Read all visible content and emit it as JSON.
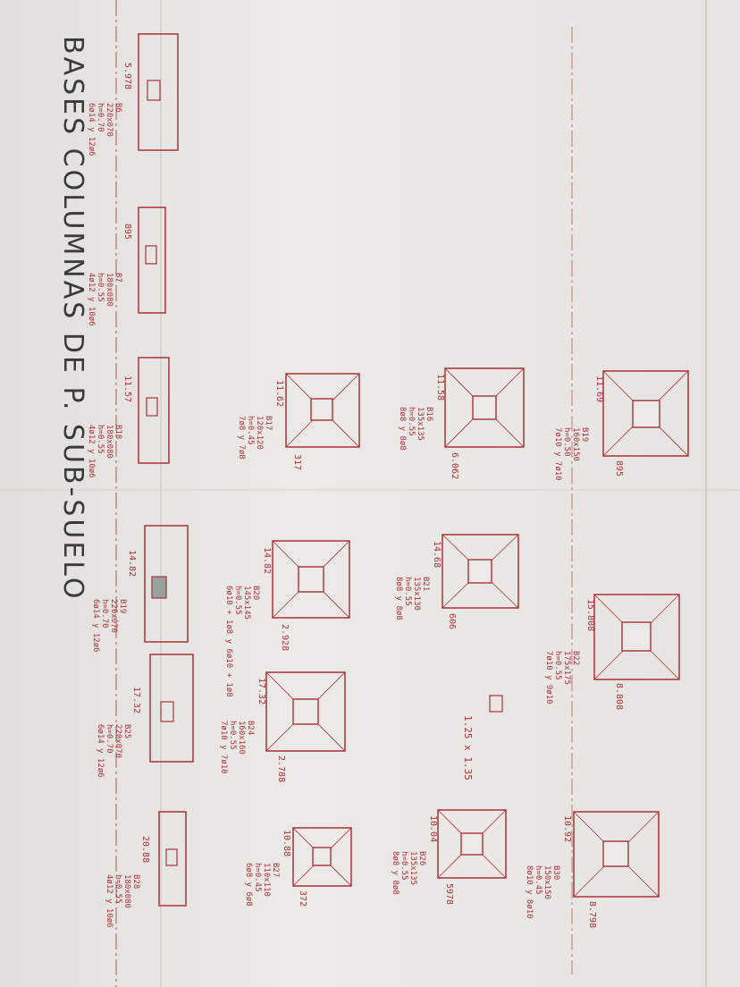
{
  "sheet": {
    "title": "BASES COLUMNAS DE P. SUB-SUELO",
    "side_note": "1.25 x 1.35"
  },
  "footings": [
    {
      "id": "b19",
      "label": "B19",
      "size": "160x150",
      "depth": "h=0.50",
      "rebar": "7ø10 y 7ø10",
      "dim": "895",
      "level": "11.69"
    },
    {
      "id": "b22",
      "label": "B22",
      "size": "175x175",
      "depth": "h=0.55",
      "rebar": "7ø10 y 9ø10",
      "dim": "8.808",
      "level": "15.808"
    },
    {
      "id": "b30",
      "label": "B30",
      "size": "150x150",
      "depth": "h=0.45",
      "rebar": "8ø10 y 8ø10",
      "dim": "8.798",
      "level": "10.92"
    },
    {
      "id": "b16",
      "label": "B16",
      "size": "135x135",
      "depth": "h=0.55",
      "rebar": "8ø8 y 8ø8",
      "dim": "6.062",
      "level": "11.58"
    },
    {
      "id": "b21",
      "label": "B21",
      "size": "135x130",
      "depth": "h=0.55",
      "rebar": "8ø8 y 8ø8",
      "dim": "606",
      "level": "14.68"
    },
    {
      "id": "b26",
      "label": "B26",
      "size": "135x135",
      "depth": "h=0.55",
      "rebar": "8ø8 y 8ø8",
      "dim": "5978",
      "level": "10.04"
    },
    {
      "id": "b17",
      "label": "B17",
      "size": "120x120",
      "depth": "h=0.45",
      "rebar": "7ø8 y 7ø8",
      "dim": "317",
      "level": "11.62"
    },
    {
      "id": "b20",
      "label": "B20",
      "size": "145x145",
      "depth": "h=0.55",
      "rebar": "6ø10 + 1ø8 y 6ø10 + 1ø8",
      "dim": "2.928",
      "level": "14.82"
    },
    {
      "id": "b24",
      "label": "B24",
      "size": "160x160",
      "depth": "h=0.55",
      "rebar": "7ø10 y 7ø10",
      "dim": "2.788",
      "level": "17.32"
    },
    {
      "id": "b27",
      "label": "B27",
      "size": "110x110",
      "depth": "h=0.45",
      "rebar": "6ø8 y 6ø8",
      "dim": "372",
      "level": "10.88"
    }
  ],
  "elevations": [
    {
      "id": "b6",
      "label": "B6",
      "size": "220x070",
      "depth": "h=0.70",
      "rebar": "6ø14 y 12ø6",
      "level": "5.978"
    },
    {
      "id": "b7",
      "label": "B7",
      "size": "180x080",
      "depth": "h=0.55",
      "rebar": "4ø12 y 10ø6",
      "level": "895"
    },
    {
      "id": "b18",
      "label": "B18",
      "size": "180x080",
      "depth": "h=0.55",
      "rebar": "4ø12 y 10ø6",
      "level": "11.57"
    },
    {
      "id": "b19e",
      "label": "B19",
      "size": "220x070",
      "depth": "h=0.70",
      "rebar": "6ø14 y 12ø6",
      "level": "14.82"
    },
    {
      "id": "b25",
      "label": "B25",
      "size": "220x070",
      "depth": "h=0.70",
      "rebar": "6ø14 y 12ø6",
      "level": "17.32"
    },
    {
      "id": "b28",
      "label": "B28",
      "size": "180x080",
      "depth": "h=0.55",
      "rebar": "4ø12 y 10ø6",
      "level": "20.88"
    }
  ]
}
